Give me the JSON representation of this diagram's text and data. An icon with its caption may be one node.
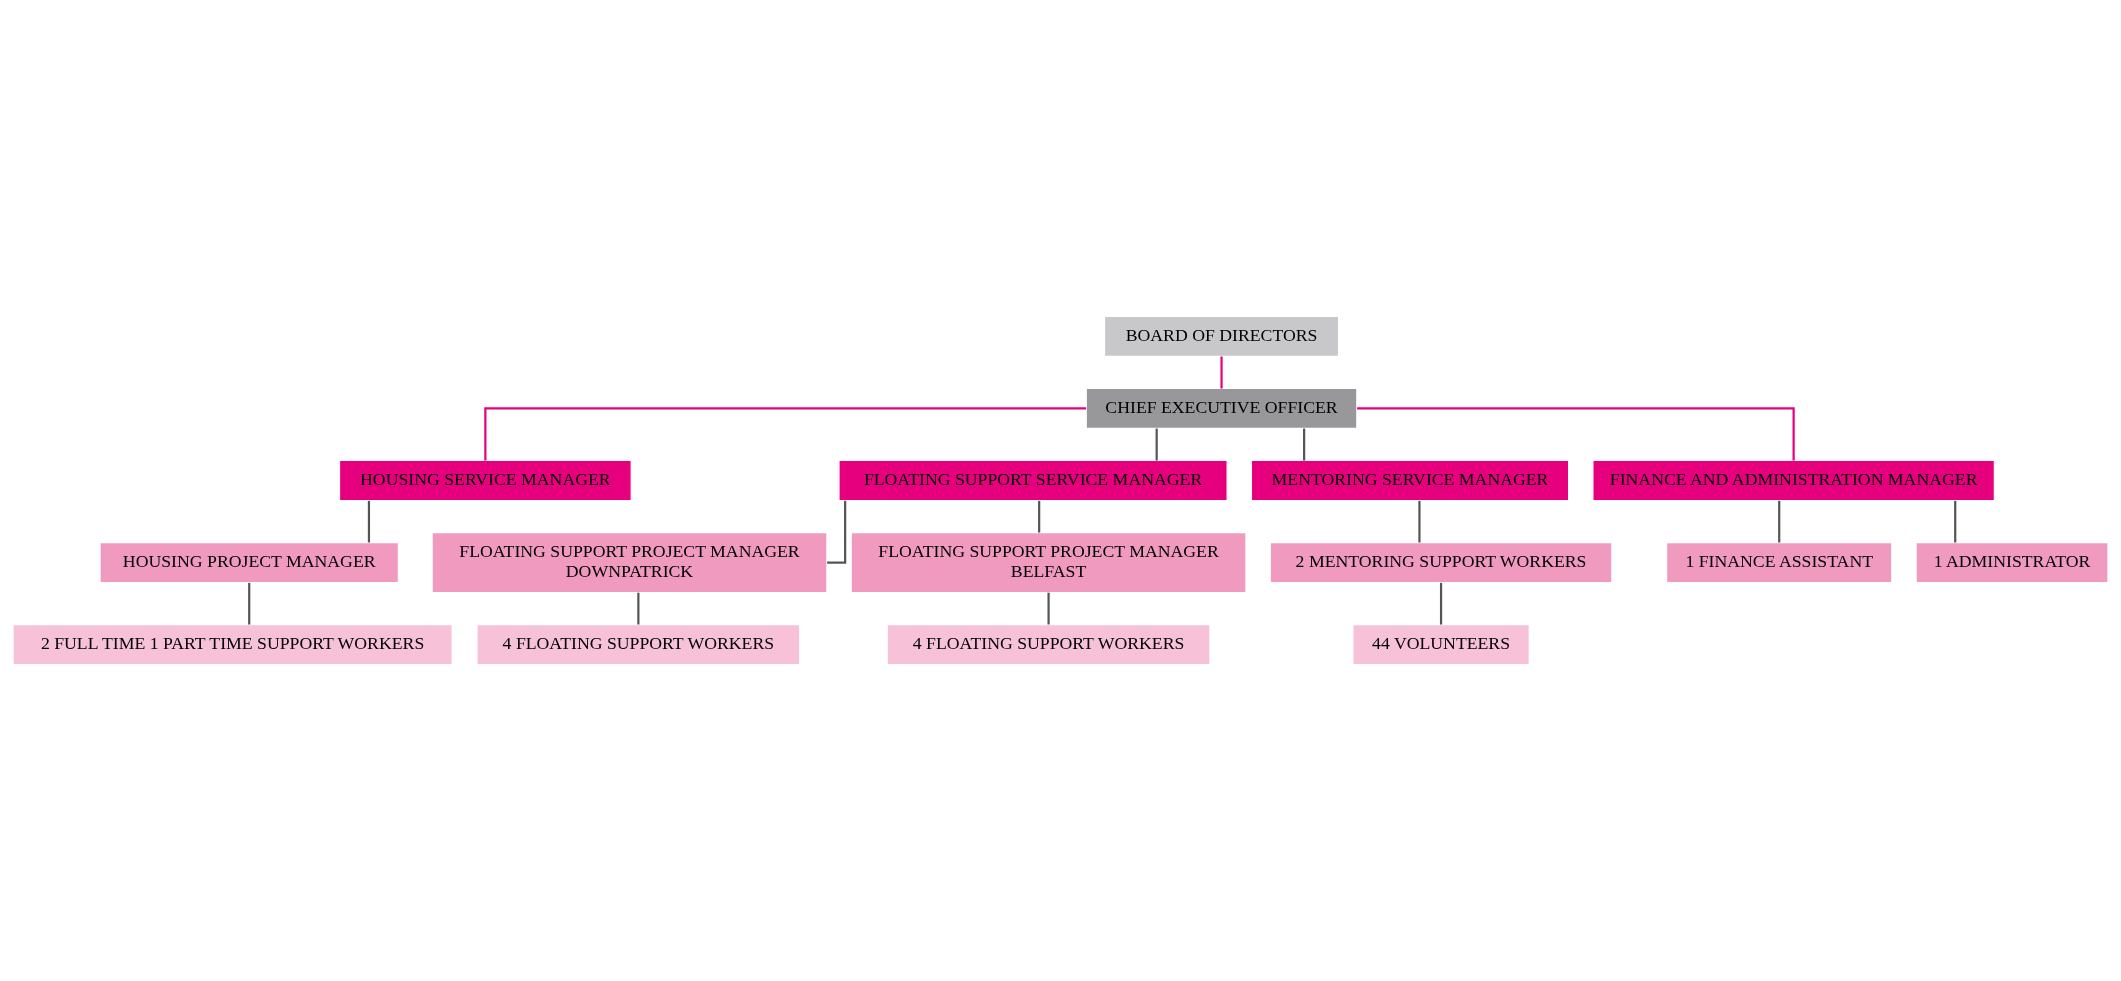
{
  "diagram": {
    "nodes": [
      {
        "text": [
          "BOARD OF DIRECTORS"
        ]
      },
      {
        "text": [
          "CHIEF EXECUTIVE OFFICER"
        ]
      },
      {
        "text": [
          "HOUSING SERVICE MANAGER"
        ]
      },
      {
        "text": [
          "FLOATING SUPPORT SERVICE MANAGER"
        ]
      },
      {
        "text": [
          "MENTORING SERVICE MANAGER"
        ]
      },
      {
        "text": [
          "FINANCE AND ADMINISTRATION MANAGER"
        ]
      },
      {
        "text": [
          "HOUSING PROJECT MANAGER"
        ]
      },
      {
        "text": [
          "FLOATING SUPPORT PROJECT MANAGER",
          "DOWNPATRICK"
        ]
      },
      {
        "text": [
          "FLOATING SUPPORT PROJECT MANAGER",
          "BELFAST"
        ]
      },
      {
        "text": [
          "2 MENTORING SUPPORT WORKERS"
        ]
      },
      {
        "text": [
          "1 FINANCE ASSISTANT"
        ]
      },
      {
        "text": [
          "1 ADMINISTRATOR"
        ]
      },
      {
        "text": [
          "2 FULL TIME 1 PART TIME SUPPORT WORKERS"
        ]
      },
      {
        "text": [
          "4 FLOATING SUPPORT WORKERS"
        ]
      },
      {
        "text": [
          "4 FLOATING SUPPORT WORKERS"
        ]
      },
      {
        "text": [
          "44 VOLUNTEERS"
        ]
      }
    ],
    "edges": [
      {
        "from": 0,
        "to": 1,
        "arrow": "none",
        "color": "#e6007e"
      },
      {
        "from": 1,
        "to": 2,
        "arrow": "none",
        "color": "#e6007e"
      },
      {
        "from": 1,
        "to": 3,
        "arrow": "none"
      },
      {
        "from": 1,
        "to": 4,
        "arrow": "none"
      },
      {
        "from": 1,
        "to": 5,
        "arrow": "none",
        "color": "#e6007e"
      },
      {
        "from": 2,
        "to": 6,
        "arrow": "none"
      },
      {
        "from": 3,
        "to": 7,
        "arrow": "none"
      },
      {
        "from": 3,
        "to": 8,
        "arrow": "none"
      },
      {
        "from": 4,
        "to": 9,
        "arrow": "none"
      },
      {
        "from": 5,
        "to": 10,
        "arrow": "none"
      },
      {
        "from": 5,
        "to": 11,
        "arrow": "none"
      },
      {
        "from": 6,
        "to": 12,
        "arrow": "none"
      },
      {
        "from": 7,
        "to": 13,
        "arrow": "none"
      },
      {
        "from": 8,
        "to": 14,
        "arrow": "none"
      },
      {
        "from": 9,
        "to": 15,
        "arrow": "none"
      }
    ]
  }
}
